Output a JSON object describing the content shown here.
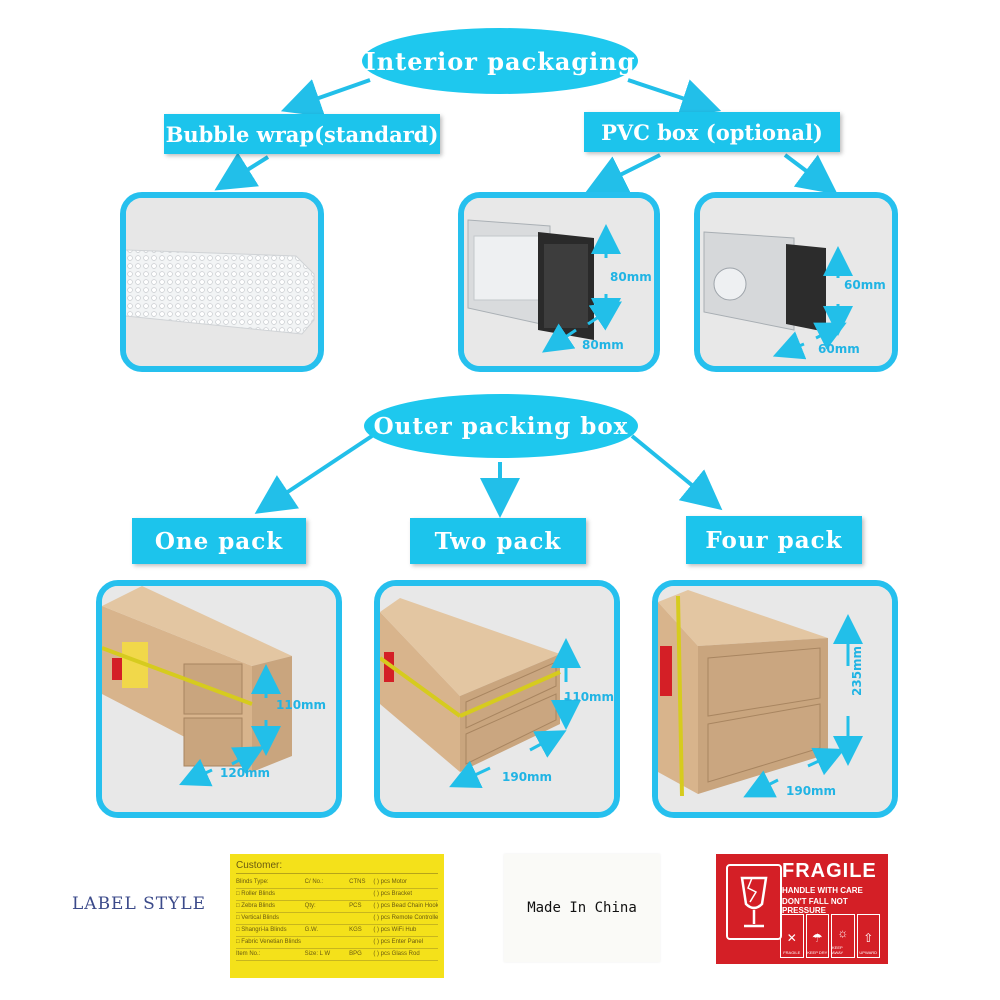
{
  "interior": {
    "title": "Interior packaging",
    "bubble_label": "Bubble wrap(standard)",
    "pvc_label": "PVC box (optional)",
    "pvc80": {
      "h": "80mm",
      "w": "80mm"
    },
    "pvc60": {
      "h": "60mm",
      "w": "60mm"
    }
  },
  "outer": {
    "title": "Outer packing box",
    "packs": [
      {
        "label": "One pack",
        "height": "110mm",
        "width": "120mm"
      },
      {
        "label": "Two pack",
        "height": "110mm",
        "width": "190mm"
      },
      {
        "label": "Four pack",
        "height": "235mm",
        "width": "190mm"
      }
    ]
  },
  "label_style": {
    "title": "LABEL STYLE",
    "customer_label": {
      "heading": "Customer:",
      "rows": [
        {
          "left": "Blinds Type:",
          "mid": "C/ No.:",
          "right": "CTNS",
          "extra": "( ) pcs Motor"
        },
        {
          "left": "□ Roller Blinds",
          "mid": "",
          "right": "",
          "extra": "( ) pcs Bracket"
        },
        {
          "left": "□ Zebra Blinds",
          "mid": "Qty:",
          "right": "PCS",
          "extra": "( ) pcs Bead Chain Hook"
        },
        {
          "left": "□ Vertical Blinds",
          "mid": "",
          "right": "",
          "extra": "( ) pcs Remote Controller"
        },
        {
          "left": "□ Shangri-la Blinds",
          "mid": "G.W.",
          "right": "KGS",
          "extra": "( ) pcs WiFi Hub"
        },
        {
          "left": "□ Fabric Venetian Blinds",
          "mid": "",
          "right": "",
          "extra": "( ) pcs Enter Panel"
        },
        {
          "left": "Item No.:",
          "mid": "Size: L W",
          "right": "BPG",
          "extra": "( ) pcs Glass Rod"
        }
      ]
    },
    "made_in": "Made In China",
    "fragile": {
      "title": "FRAGILE",
      "line1": "HANDLE WITH CARE",
      "line2": "DON'T FALL NOT PRESSURE",
      "icons": [
        "FRAGILE",
        "KEEP DRY",
        "KEEP AWAY",
        "UPWARD"
      ]
    }
  },
  "colors": {
    "accent": "#1ec8ee",
    "frame": "#26c0ee",
    "label_navy": "#3b4a8a",
    "fragile_red": "#d41f26",
    "yellow_label": "#f4e11a"
  }
}
